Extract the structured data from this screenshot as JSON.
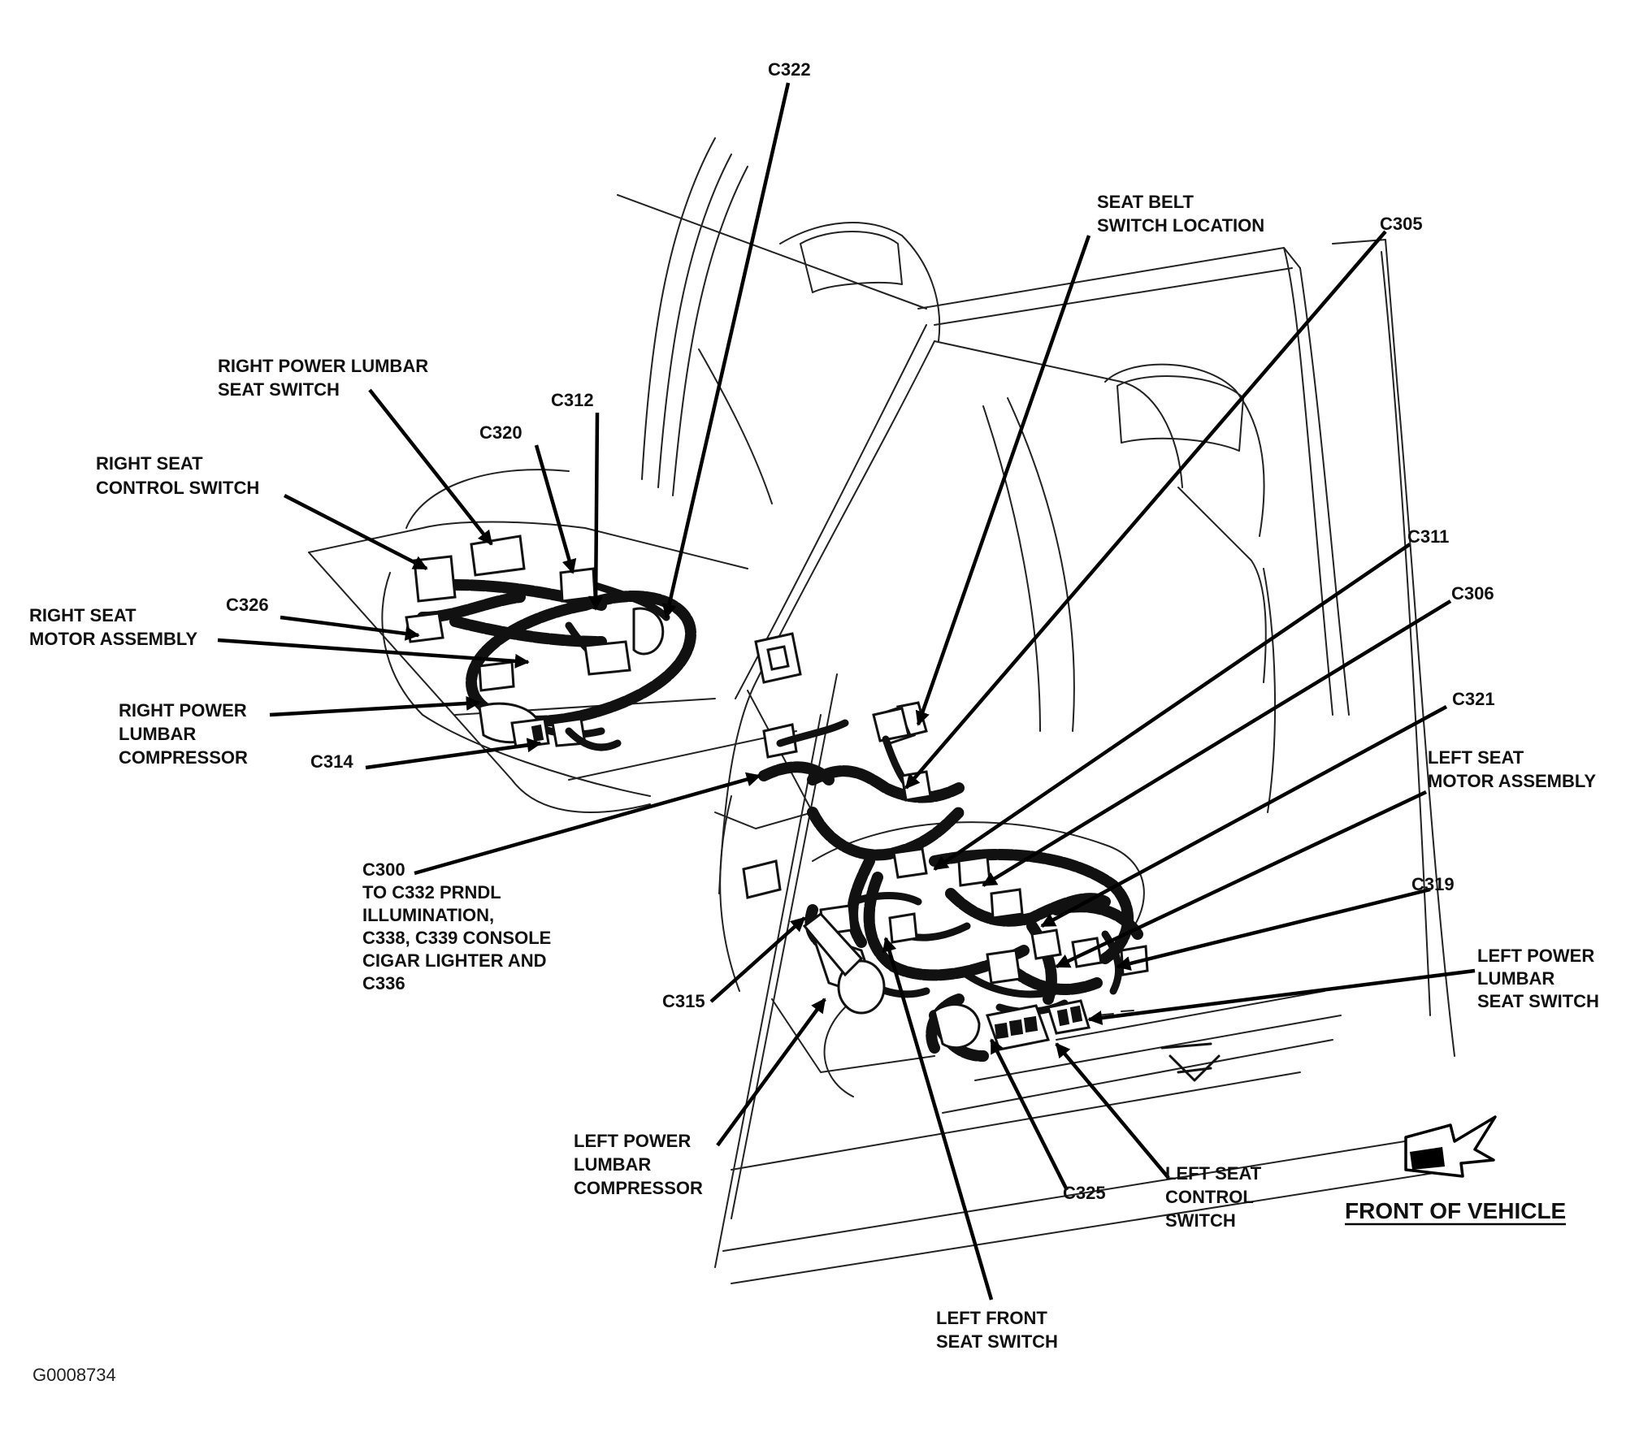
{
  "figure_id": "G0008734",
  "front_of_vehicle": "FRONT OF VEHICLE",
  "labels": {
    "c322": [
      "C322"
    ],
    "right_power_lumbar_seat_switch": [
      "RIGHT POWER LUMBAR",
      "SEAT SWITCH"
    ],
    "c312": [
      "C312"
    ],
    "c320": [
      "C320"
    ],
    "right_seat_control_switch": [
      "RIGHT SEAT",
      "CONTROL SWITCH"
    ],
    "c326": [
      "C326"
    ],
    "right_seat_motor_assembly": [
      "RIGHT SEAT",
      "MOTOR ASSEMBLY"
    ],
    "right_power_lumbar_compressor": [
      "RIGHT POWER",
      "LUMBAR",
      "COMPRESSOR"
    ],
    "c314": [
      "C314"
    ],
    "c300": [
      "C300",
      "TO C332 PRNDL",
      "ILLUMINATION,",
      "C338, C339 CONSOLE",
      "CIGAR LIGHTER AND",
      "C336"
    ],
    "c315": [
      "C315"
    ],
    "left_power_lumbar_compressor": [
      "LEFT POWER",
      "LUMBAR",
      "COMPRESSOR"
    ],
    "left_front_seat_switch": [
      "LEFT FRONT",
      "SEAT SWITCH"
    ],
    "c325": [
      "C325"
    ],
    "left_seat_control_switch": [
      "LEFT SEAT",
      "CONTROL",
      "SWITCH"
    ],
    "seat_belt_switch_location": [
      "SEAT BELT",
      "SWITCH LOCATION"
    ],
    "c305": [
      "C305"
    ],
    "c311": [
      "C311"
    ],
    "c306": [
      "C306"
    ],
    "c321": [
      "C321"
    ],
    "left_seat_motor_assembly": [
      "LEFT SEAT",
      "MOTOR ASSEMBLY"
    ],
    "c319": [
      "C319"
    ],
    "left_power_lumbar_seat_switch": [
      "LEFT POWER",
      "LUMBAR",
      "SEAT SWITCH"
    ]
  }
}
